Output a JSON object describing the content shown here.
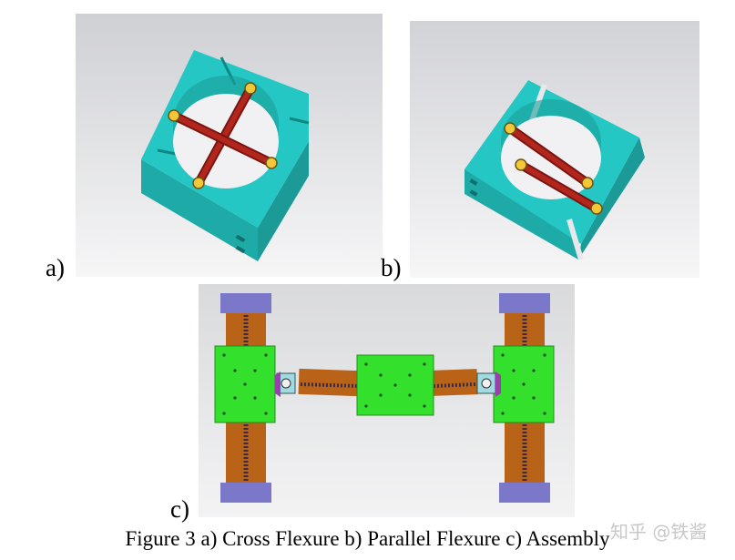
{
  "figure": {
    "panel_labels": {
      "a": "a)",
      "b": "b)",
      "c": "c)"
    },
    "caption": "Figure 3 a) Cross Flexure b) Parallel Flexure c) Assembly"
  },
  "watermark": "知乎 @铁酱",
  "colors": {
    "body_cyan": "#25c7c4",
    "flexure_red": "#b2261d",
    "screw_yellow": "#f2c83a",
    "block_green": "#33e02c",
    "beam_brown": "#b86318",
    "cap_purple": "#7b78c9",
    "background_gray": "#e4e4e6"
  }
}
